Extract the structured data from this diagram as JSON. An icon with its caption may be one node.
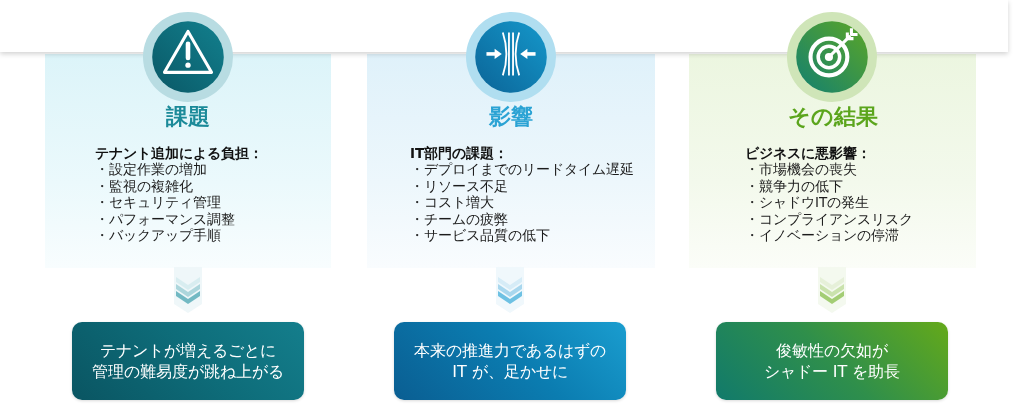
{
  "diagram": {
    "nodes": [
      {
        "text": [
          "課題",
          "テナント追加による負担：",
          "・設定作業の増加",
          "・監視の複雑化",
          "・セキュリティ管理",
          "・パフォーマンス調整",
          "・バックアップ手順"
        ]
      },
      {
        "text": [
          "影響",
          "IT部門の課題：",
          "・デプロイまでのリードタイム遅延",
          "・リソース不足",
          "・コスト増大",
          "・チームの疲弊",
          "・サービス品質の低下"
        ]
      },
      {
        "text": [
          "その結果",
          "ビジネスに悪影響：",
          "・市場機会の喪失",
          "・競争力の低下",
          "・シャドウITの発生",
          "・コンプライアンスリスク",
          "・イノベーションの停滞"
        ]
      },
      {
        "text": [
          "テナントが増えるごとに管理の難易度が跳ね上がる"
        ]
      },
      {
        "text": [
          "本来の推進力であるはずのIT が、足かせに"
        ]
      },
      {
        "text": [
          "俊敏性の欠如がシャドー IT を助長"
        ]
      }
    ],
    "edges": [
      {
        "from": 0,
        "to": 3,
        "arrow": "to"
      },
      {
        "from": 1,
        "to": 4,
        "arrow": "to"
      },
      {
        "from": 2,
        "to": 5,
        "arrow": "to"
      }
    ]
  }
}
